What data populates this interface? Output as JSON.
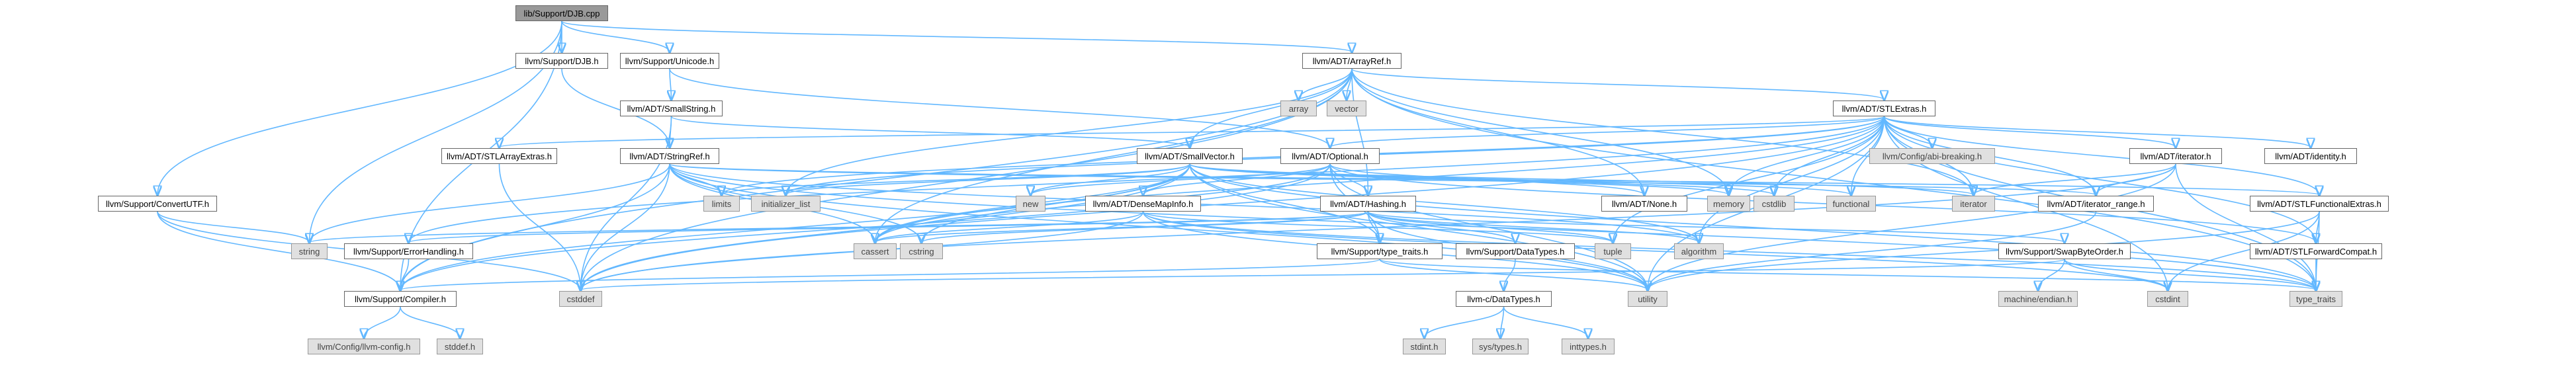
{
  "colors": {
    "edge": "#63b8ff",
    "root_fill": "#999999",
    "header_fill": "#ffffff",
    "system_fill": "#e0e0e0",
    "border": "#666666"
  },
  "nodes": {
    "n_djb_cpp": "lib/Support/DJB.cpp",
    "n_support_djb_h": "llvm/Support/DJB.h",
    "n_support_unicode_h": "llvm/Support/Unicode.h",
    "n_adt_arrayref_h": "llvm/ADT/ArrayRef.h",
    "n_adt_smallstring_h": "llvm/ADT/SmallString.h",
    "n_array": "array",
    "n_vector": "vector",
    "n_adt_stlextras_h": "llvm/ADT/STLExtras.h",
    "n_adt_stlarrayextras_h": "llvm/ADT/STLArrayExtras.h",
    "n_adt_stringref_h": "llvm/ADT/StringRef.h",
    "n_adt_smallvector_h": "llvm/ADT/SmallVector.h",
    "n_adt_optional_h": "llvm/ADT/Optional.h",
    "n_config_abi_breaking_h": "llvm/Config/abi-breaking.h",
    "n_adt_iterator_h": "llvm/ADT/iterator.h",
    "n_adt_identity_h": "llvm/ADT/identity.h",
    "n_support_convertutf_h": "llvm/Support/ConvertUTF.h",
    "n_limits": "limits",
    "n_initializer_list": "initializer_list",
    "n_new": "new",
    "n_adt_densemapinfo_h": "llvm/ADT/DenseMapInfo.h",
    "n_adt_hashing_h": "llvm/ADT/Hashing.h",
    "n_memory": "memory",
    "n_cstdlib": "cstdlib",
    "n_functional": "functional",
    "n_iterator": "iterator",
    "n_adt_none_h": "llvm/ADT/None.h",
    "n_adt_iterator_range_h": "llvm/ADT/iterator_range.h",
    "n_adt_stlfunctionalextras_h": "llvm/ADT/STLFunctionalExtras.h",
    "n_string": "string",
    "n_support_errorhandling_h": "llvm/Support/ErrorHandling.h",
    "n_cassert": "cassert",
    "n_cstring": "cstring",
    "n_support_type_traits_h": "llvm/Support/type_traits.h",
    "n_support_datatypes_h": "llvm/Support/DataTypes.h",
    "n_tuple": "tuple",
    "n_algorithm": "algorithm",
    "n_support_swapbyteorder_h": "llvm/Support/SwapByteOrder.h",
    "n_adt_stlforwardcompat_h": "llvm/ADT/STLForwardCompat.h",
    "n_support_compiler_h": "llvm/Support/Compiler.h",
    "n_cstddef": "cstddef",
    "n_llvmc_datatypes_h": "llvm-c/DataTypes.h",
    "n_utility": "utility",
    "n_cstdint": "cstdint",
    "n_type_traits": "type_traits",
    "n_machine_endian_h": "machine/endian.h",
    "n_config_llvm_config_h": "llvm/Config/llvm-config.h",
    "n_stddef_h": "stddef.h",
    "n_stdint_h": "stdint.h",
    "n_sys_types_h": "sys/types.h",
    "n_inttypes_h": "inttypes.h"
  }
}
